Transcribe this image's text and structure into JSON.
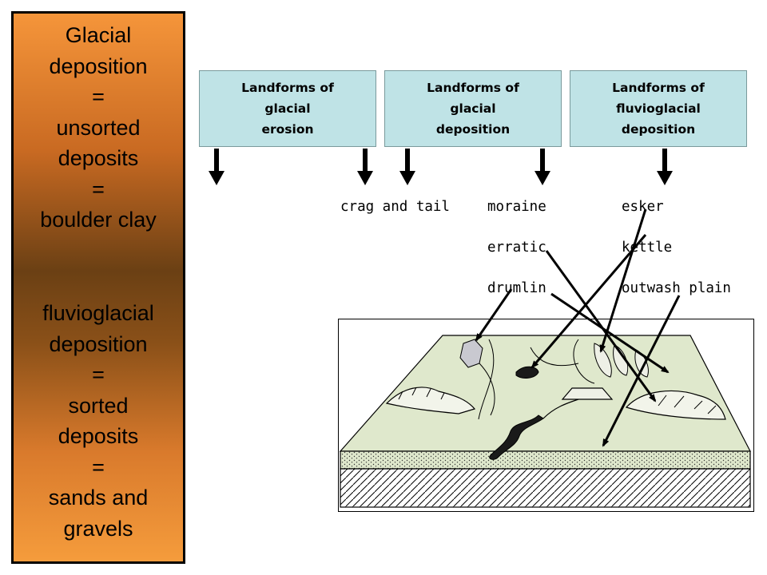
{
  "side_panel": {
    "glacial_lines": [
      "Glacial",
      "deposition",
      "=",
      "unsorted",
      "deposits",
      "=",
      "boulder clay"
    ],
    "fluvio_lines": [
      "fluvioglacial",
      "deposition",
      "=",
      "sorted",
      "deposits",
      "=",
      "sands and",
      "gravels"
    ]
  },
  "headers": [
    {
      "lines": [
        "Landforms of",
        "glacial",
        "erosion"
      ]
    },
    {
      "lines": [
        "Landforms of",
        "glacial",
        "deposition"
      ]
    },
    {
      "lines": [
        "Landforms of",
        "fluvioglacial",
        "deposition"
      ]
    }
  ],
  "labels": {
    "crag_and_tail": "crag and tail",
    "moraine": "moraine",
    "erratic": "erratic",
    "drumlin": "drumlin",
    "esker": "esker",
    "kettle": "kettle",
    "outwash_plain": "outwash plain"
  },
  "colors": {
    "panel_top": "#f5953a",
    "panel_mid": "#6b4014",
    "header_fill": "#bfe3e6",
    "land_fill": "#dfe8cc"
  },
  "icons": [
    "down-arrow-icon",
    "pointer-arrow-icon"
  ]
}
